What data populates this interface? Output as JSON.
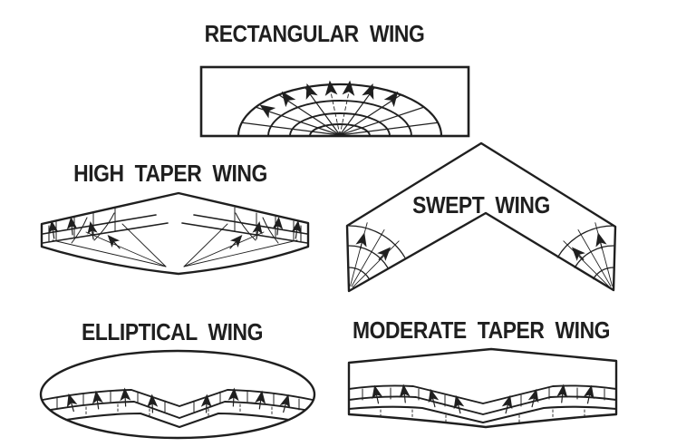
{
  "figure": {
    "background": "#ffffff",
    "ink": "#1f1f1f"
  },
  "diagrams": [
    {
      "id": "rectangular-wing",
      "label": "RECTANGULAR WING"
    },
    {
      "id": "high-taper-wing",
      "label": "HIGH TAPER WING"
    },
    {
      "id": "swept-wing",
      "label": "SWEPT WING"
    },
    {
      "id": "elliptical-wing",
      "label": "ELLIPTICAL WING"
    },
    {
      "id": "moderate-taper-wing",
      "label": "MODERATE TAPER WING"
    }
  ]
}
